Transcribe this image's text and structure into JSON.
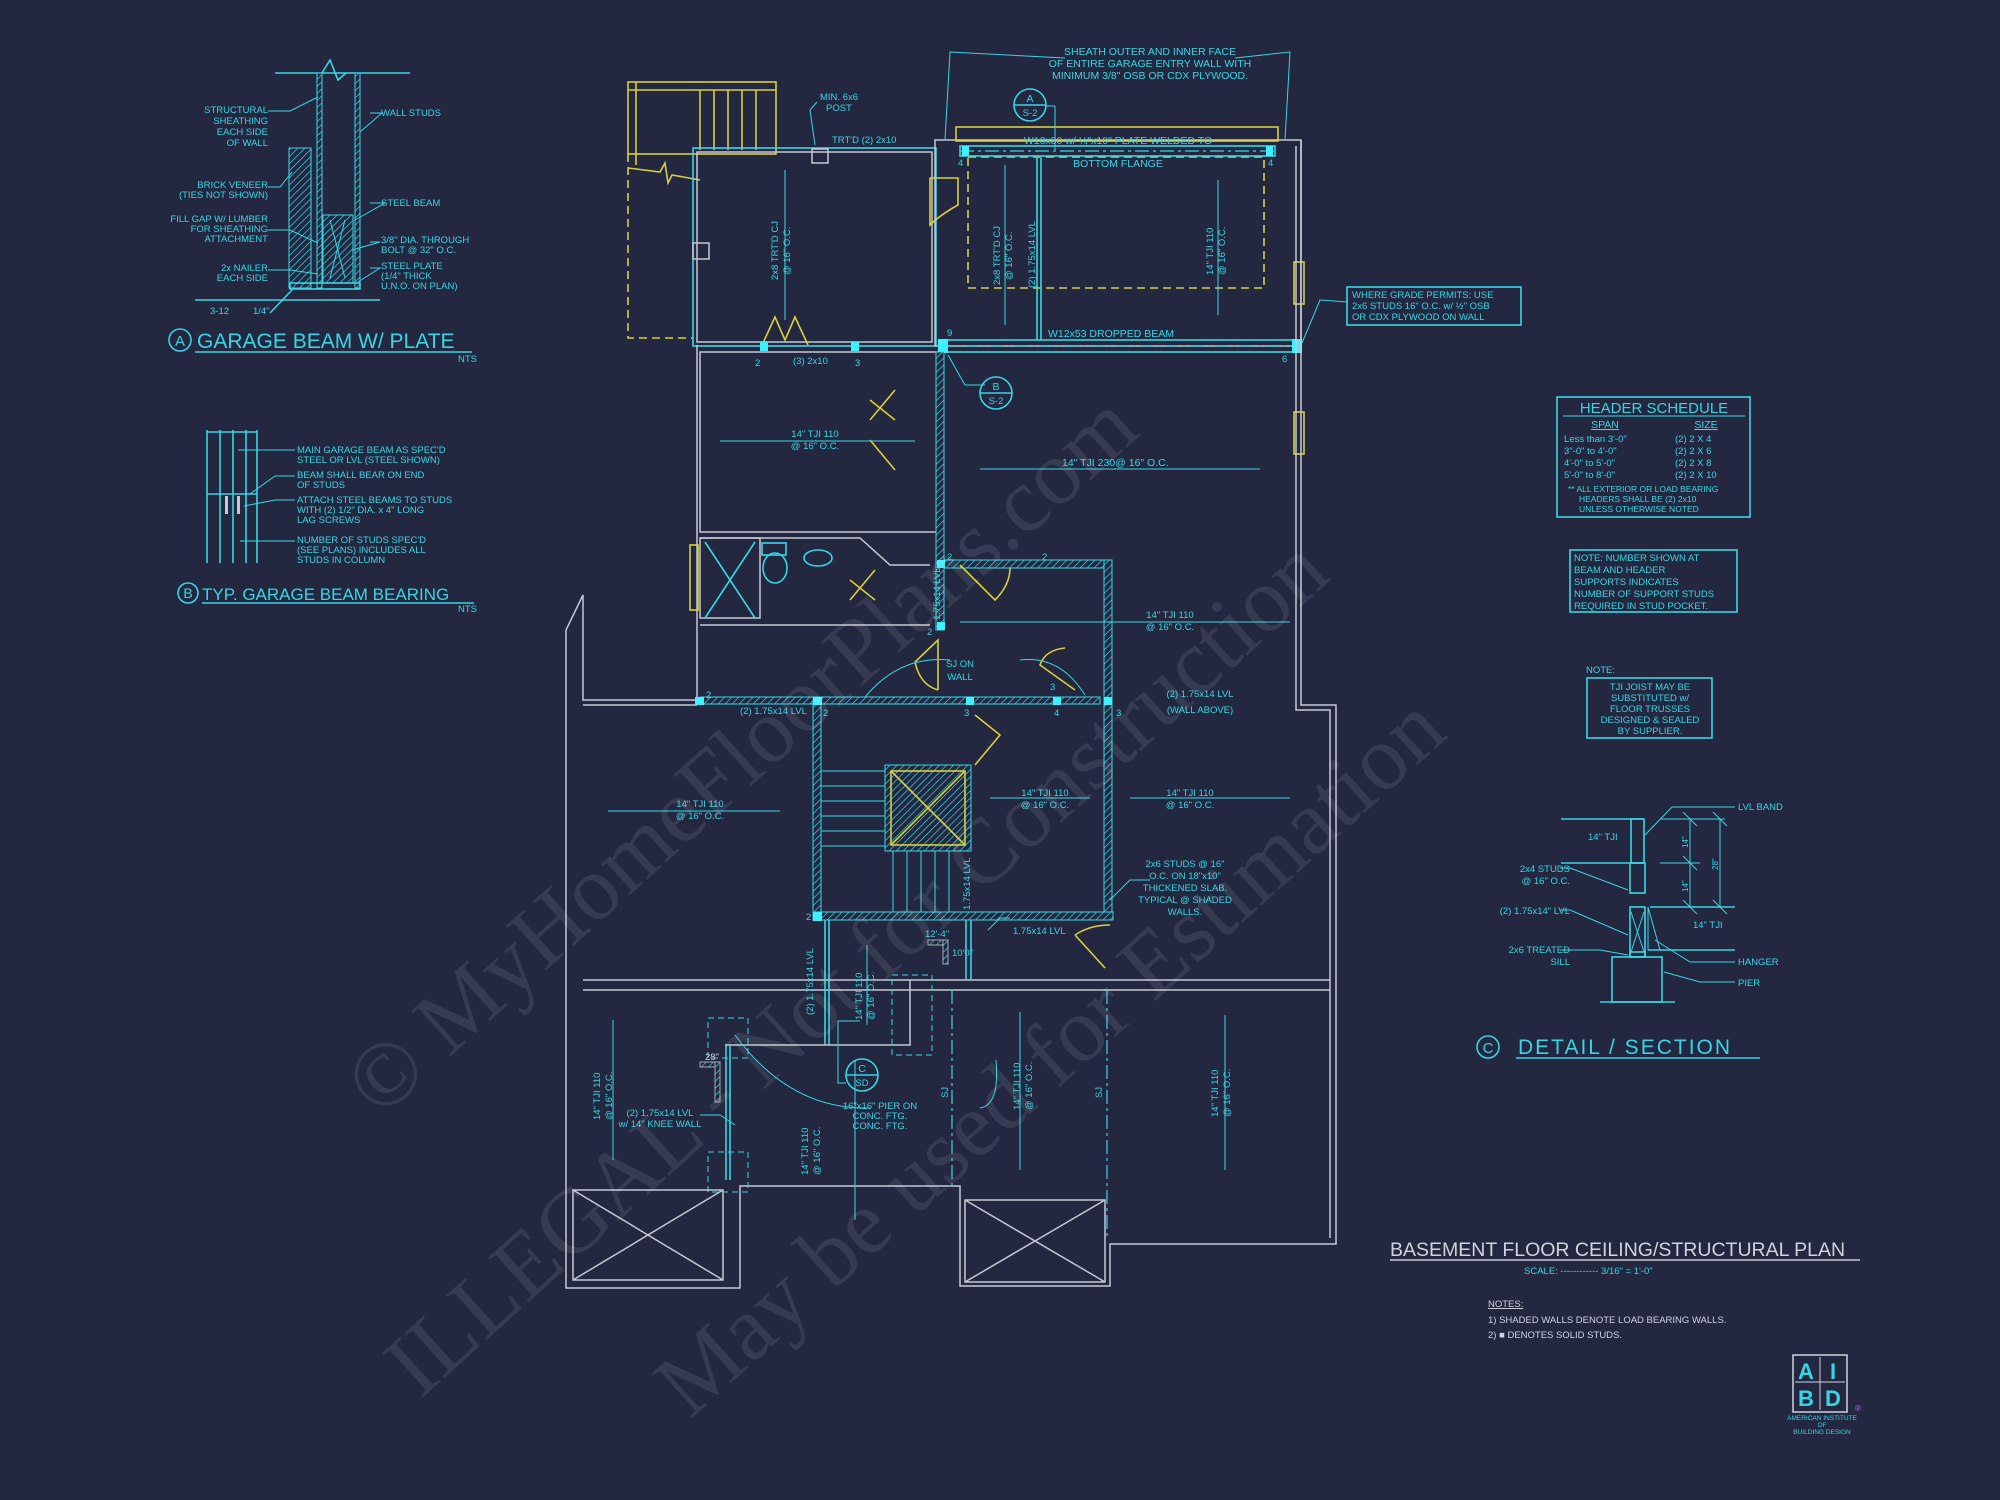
{
  "colors": {
    "background": "#232840",
    "cyan": "#38d6e4",
    "yellow": "#d8cf3a",
    "white": "#d0d2dc"
  },
  "watermark": {
    "lines": [
      "© MyHomeFloorPlans.com",
      "ILLEGAL - Not for Construction",
      "May be used for Estimation"
    ]
  },
  "detail_a": {
    "title_marker": "A",
    "title": "GARAGE BEAM W/ PLATE",
    "scale": "NTS",
    "labels": {
      "sheathing": [
        "STRUCTURAL",
        "SHEATHING",
        "EACH SIDE",
        "OF WALL"
      ],
      "wall_studs": [
        "WALL STUDS"
      ],
      "brick": [
        "BRICK VENEER",
        "(TIES NOT SHOWN)"
      ],
      "fill_gap": [
        "FILL GAP W/ LUMBER",
        "FOR SHEATHING",
        "ATTACHMENT"
      ],
      "steel_beam": [
        "STEEL BEAM"
      ],
      "bolt": [
        "3/8\" DIA. THROUGH",
        "BOLT @ 32\" O.C."
      ],
      "nailer": [
        "2x NAILER",
        "EACH SIDE"
      ],
      "plate": [
        "STEEL PLATE",
        "(1/4\" THICK",
        "U.N.O. ON PLAN)"
      ],
      "weld_left": "3-12",
      "weld_right": "1/4\""
    }
  },
  "detail_b": {
    "title_marker": "B",
    "title": "TYP. GARAGE BEAM BEARING",
    "scale": "NTS",
    "labels": [
      [
        "MAIN GARAGE BEAM AS SPEC'D",
        "STEEL OR LVL (STEEL SHOWN)"
      ],
      [
        "BEAM SHALL BEAR ON END",
        "OF STUDS"
      ],
      [
        "ATTACH STEEL BEAMS TO STUDS",
        "WITH (2) 1/2\" DIA. x 4\" LONG",
        "LAG SCREWS"
      ],
      [
        "NUMBER OF STUDS SPEC'D",
        "(SEE PLANS) INCLUDES ALL",
        "STUDS IN COLUMN"
      ]
    ]
  },
  "header_schedule": {
    "title": "HEADER SCHEDULE",
    "col_span": "SPAN",
    "col_size": "SIZE",
    "rows": [
      {
        "span": "Less than 3'-0\"",
        "size": "(2) 2 X 4"
      },
      {
        "span": "3\"-0\" to 4'-0\"",
        "size": "(2) 2 X 6"
      },
      {
        "span": "4'-0\" to 5'-0\"",
        "size": "(2) 2 X 8"
      },
      {
        "span": "5'-0\" to 8'-0\"",
        "size": "(2) 2 X 10"
      }
    ],
    "footnote": [
      "** ALL EXTERIOR OR LOAD BEARING",
      "HEADERS SHALL BE (2) 2x10",
      "UNLESS OTHERWISE NOTED"
    ]
  },
  "stud_note": [
    "NOTE: NUMBER SHOWN AT",
    "BEAM AND HEADER",
    "SUPPORTS INDICATES",
    "NUMBER OF SUPPORT STUDS",
    "REQUIRED IN STUD POCKET."
  ],
  "tji_note": {
    "heading": "NOTE:",
    "lines": [
      "TJI JOIST MAY BE",
      "SUBSTITUTED w/",
      "FLOOR TRUSSES",
      "DESIGNED & SEALED",
      "BY SUPPLIER."
    ]
  },
  "detail_c": {
    "title_marker": "C",
    "title": "DETAIL / SECTION",
    "labels": {
      "lvl_band": "LVL BAND",
      "tji_top": "14\" TJI",
      "tji_bottom": "14\" TJI",
      "studs": [
        "2x4 STUDS",
        "@ 16\" O.C."
      ],
      "lvl": "(2) 1.75x14\" LVL",
      "sill": [
        "2x6 TREATED",
        "SILL"
      ],
      "hanger": "HANGER",
      "pier": "PIER",
      "dim_14a": "14\"",
      "dim_14b": "14\"",
      "dim_28": "28\""
    }
  },
  "plan": {
    "title": "BASEMENT FLOOR CEILING/STRUCTURAL PLAN",
    "scale": "SCALE: ------------ 3/16\" = 1'-0\"",
    "notes_heading": "NOTES:",
    "notes": [
      "1) SHADED WALLS DENOTE LOAD BEARING WALLS.",
      "2) ■ DENOTES SOLID STUDS."
    ],
    "labels": {
      "sheath_note": [
        "SHEATH OUTER AND INNER FACE",
        "OF ENTIRE GARAGE ENTRY WALL WITH",
        "MINIMUM 3/8\" OSB OR CDX PLYWOOD."
      ],
      "bubble_a": [
        "A",
        "S-2"
      ],
      "bubble_b": [
        "B",
        "S-2"
      ],
      "bubble_c": [
        "C",
        "SD"
      ],
      "garage_beam": [
        "W10x30 w/ ¼\"x10\" PLATE WELDED TO",
        "BOTTOM FLANGE"
      ],
      "post": [
        "MIN. 6x6",
        "POST"
      ],
      "trtd_header": "TRT'D (2) 2x10",
      "trtd_cj_1": [
        "2x8 TRT'D CJ",
        "@ 16\" O.C."
      ],
      "header_3_2x10": "(3) 2x10",
      "trtd_cj_2": [
        "2x8 TRT'D CJ",
        "@ 16\" O.C."
      ],
      "lvl_garage": "(2) 1.75x14 LVL",
      "tji_garage": [
        "14\" TJI 110",
        "@ 16\" O.C."
      ],
      "dropped_beam": "W12x53 DROPPED BEAM",
      "grade_note": [
        "WHERE GRADE PERMITS: USE",
        "2x6 STUDS 16\" O.C. w/ ½\" OSB",
        "OR CDX PLYWOOD ON WALL"
      ],
      "tji_room1": [
        "14\" TJI 110",
        "@ 16\" O.C."
      ],
      "tji_230": "14\" TJI 230@ 16\" O.C.",
      "lvl_v1": "1.75x14 LVL",
      "tji_room2": [
        "14\" TJI 110",
        "@ 16\" O.C."
      ],
      "sj_on_wall": [
        "SJ ON",
        "WALL"
      ],
      "lvl_left": "(2) 1.75x14 LVL",
      "lvl_wall_above": [
        "(2) 1.75x14 LVL",
        "(WALL ABOVE)"
      ],
      "tji_left": [
        "14\" TJI 110",
        "@ 16\" O.C."
      ],
      "tji_stair": [
        "14\" TJI 110",
        "@ 16\" O.C."
      ],
      "tji_right": [
        "14\" TJI 110",
        "@ 16\" O.C."
      ],
      "slab_note": [
        "2x6 STUDS @ 16\"",
        "O.C. ON 18\"x10\"",
        "THICKENED SLAB.",
        "TYPICAL @ SHADED",
        "WALLS."
      ],
      "lvl_v2": "1.75x14 LVL",
      "dim_12_4": "12'-4\"",
      "lvl_small": "1.75x14 LVL",
      "dim_10_0": "10'0\"",
      "lvl_v3": "(2) 1.75x14 LVL",
      "tji_v1": [
        "14\" TJI 110",
        "@ 16\" O.C."
      ],
      "pier_note": [
        "16\"x16\" PIER ON",
        "CONC. FTG.",
        "CONC. FTG."
      ],
      "knee_wall": [
        "(2) 1.75x14 LVL",
        "w/ 14\" KNEE WALL"
      ],
      "dim_28": "28\"",
      "tji_v2": [
        "14\" TJI 110",
        "@ 16\" O.C."
      ],
      "tji_v3": [
        "14\" TJI 110",
        "@ 16\" O.C."
      ],
      "tji_v4": [
        "14\" TJI 110",
        "@ 16\" O.C."
      ],
      "tji_v5": [
        "14\" TJI 110",
        "@ 16\" O.C."
      ],
      "sj_1": "SJ",
      "sj_2": "SJ"
    },
    "stud_counts": [
      "4",
      "4",
      "9",
      "6",
      "2",
      "3",
      "2",
      "2",
      "2",
      "2",
      "3",
      "4",
      "3",
      "2",
      "2",
      "3"
    ]
  },
  "logo": {
    "letters": [
      "A",
      "I",
      "B",
      "D"
    ],
    "registered": "®",
    "caption": [
      "AMERICAN INSTITUTE",
      "OF",
      "BUILDING DESIGN"
    ]
  }
}
